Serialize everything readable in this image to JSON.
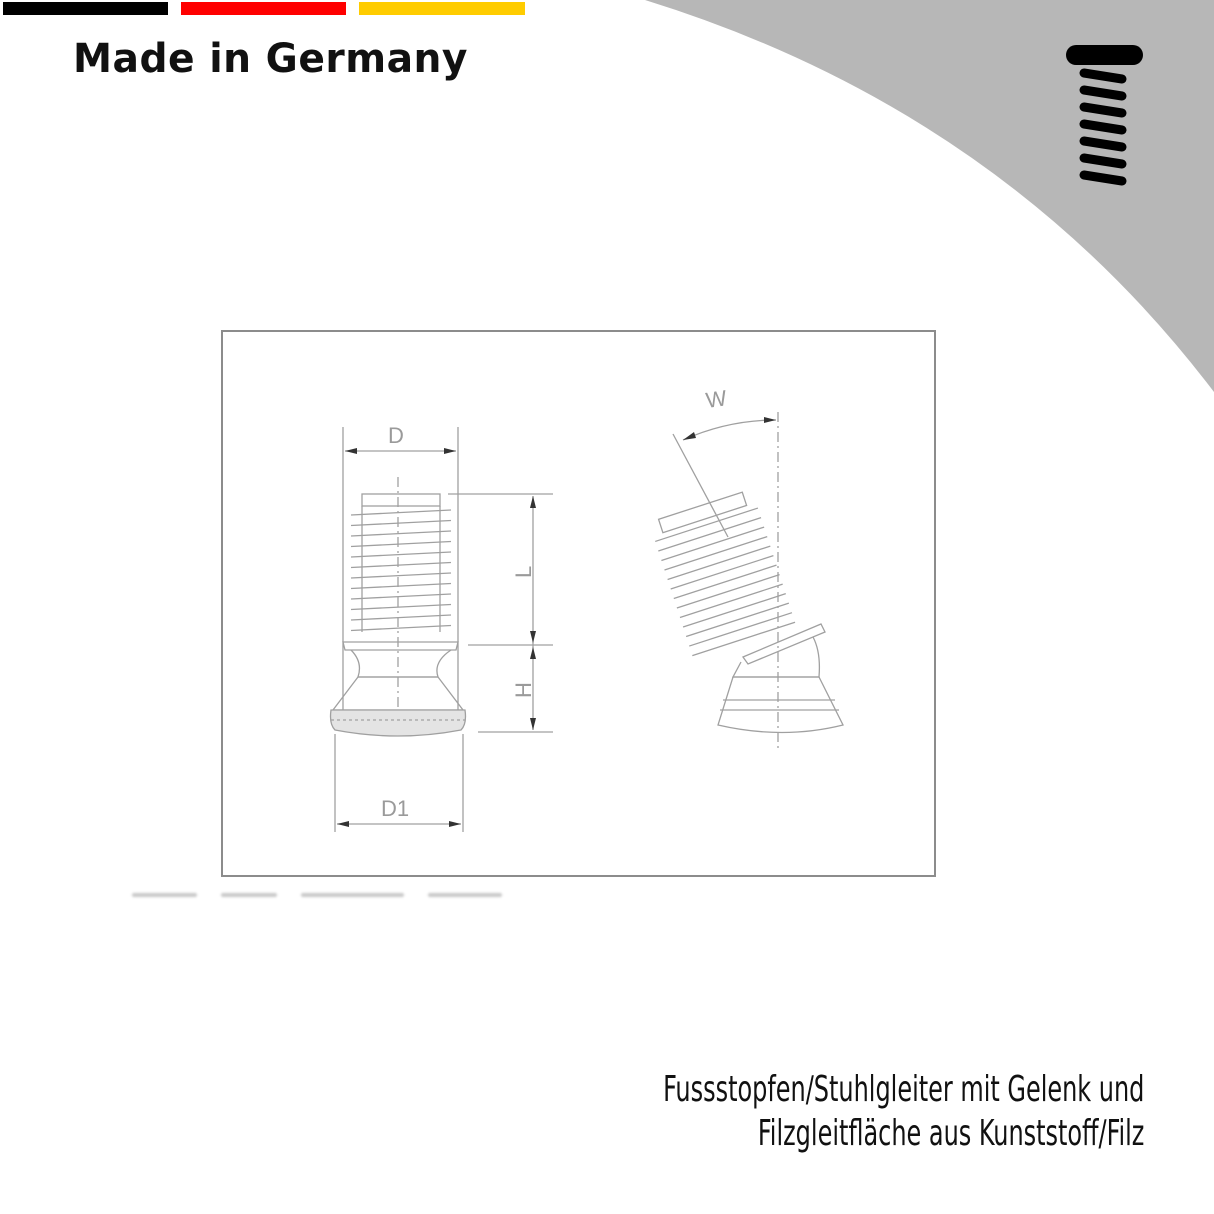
{
  "banner": {
    "flag_colors": [
      "#000000",
      "#ff0000",
      "#ffcc00"
    ],
    "headline": "Made in Germany"
  },
  "corner": {
    "background_color": "#b7b7b7",
    "icon": "screw-icon"
  },
  "drawing": {
    "frame_color": "#8c8c8c",
    "line_color": "#9a9a9a",
    "dimension_labels": {
      "diameter": "D",
      "length": "L",
      "height": "H",
      "base_diameter": "D1",
      "angle": "W"
    },
    "views": [
      "straight-view",
      "angled-view"
    ]
  },
  "product": {
    "title_line1": "Fussstopfen/Stuhlgleiter mit Gelenk und",
    "title_line2": "Filzgleitfläche aus Kunststoff/Filz"
  }
}
